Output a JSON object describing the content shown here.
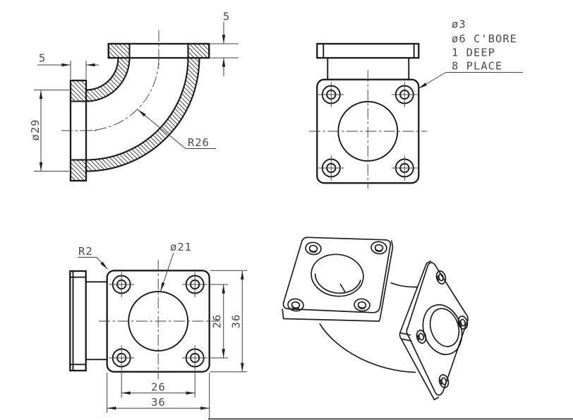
{
  "drawing": {
    "type": "engineering-drawing",
    "part": "90-degree elbow with square flanges",
    "colors": {
      "background": "#ffffff",
      "part_line": "#1a1a1a",
      "dimension_line": "#3f3f3f",
      "text": "#4a4a4a"
    },
    "views": {
      "section": {
        "dims": {
          "thickness_top": "5",
          "thickness_side": "5",
          "tube_od": "ø29",
          "bend_radius": "R26"
        }
      },
      "front": {
        "callout": [
          "ø3",
          "ø6 C'BORE",
          "1 DEEP",
          "8 PLACE"
        ]
      },
      "plan": {
        "dims": {
          "corner_radius": "R2",
          "bore": "ø21",
          "pitch_v": "26",
          "height": "36",
          "pitch_h": "26",
          "width": "36"
        }
      },
      "isometric": {}
    }
  }
}
